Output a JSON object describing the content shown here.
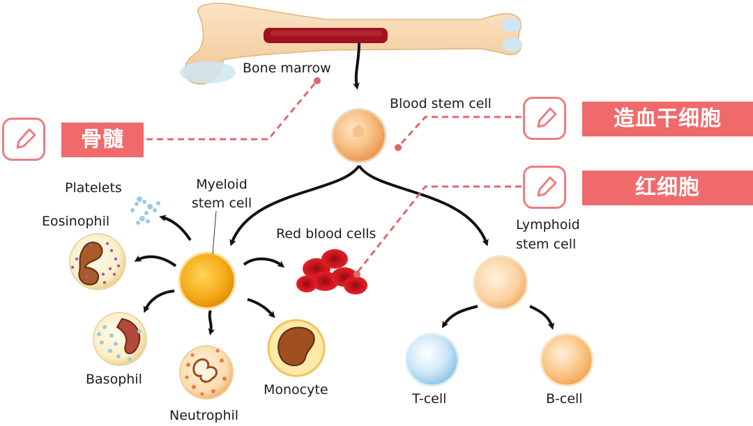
{
  "labels": {
    "bone_marrow": "Bone marrow",
    "blood_stem_cell": "Blood stem cell",
    "platelets": "Platelets",
    "myeloid_line1": "Myeloid",
    "myeloid_line2": "stem cell",
    "eosinophil": "Eosinophil",
    "red_blood_cells": "Red blood cells",
    "lymphoid_line1": "Lymphoid",
    "lymphoid_line2": "stem cell",
    "basophil": "Basophil",
    "neutrophil": "Neutrophil",
    "monocyte": "Monocyte",
    "t_cell": "T-cell",
    "b_cell": "B-cell"
  },
  "annotations": [
    {
      "text": "骨髓",
      "icon": "edit-note-icon"
    },
    {
      "text": "造血干细胞",
      "icon": "edit-note-icon"
    },
    {
      "text": "红细胞",
      "icon": "edit-note-icon"
    }
  ],
  "colors": {
    "annotation_tag": "#f06a6c",
    "annotation_line": "#e0686b",
    "arrow": "#111111",
    "marrow": "#a0141d"
  }
}
